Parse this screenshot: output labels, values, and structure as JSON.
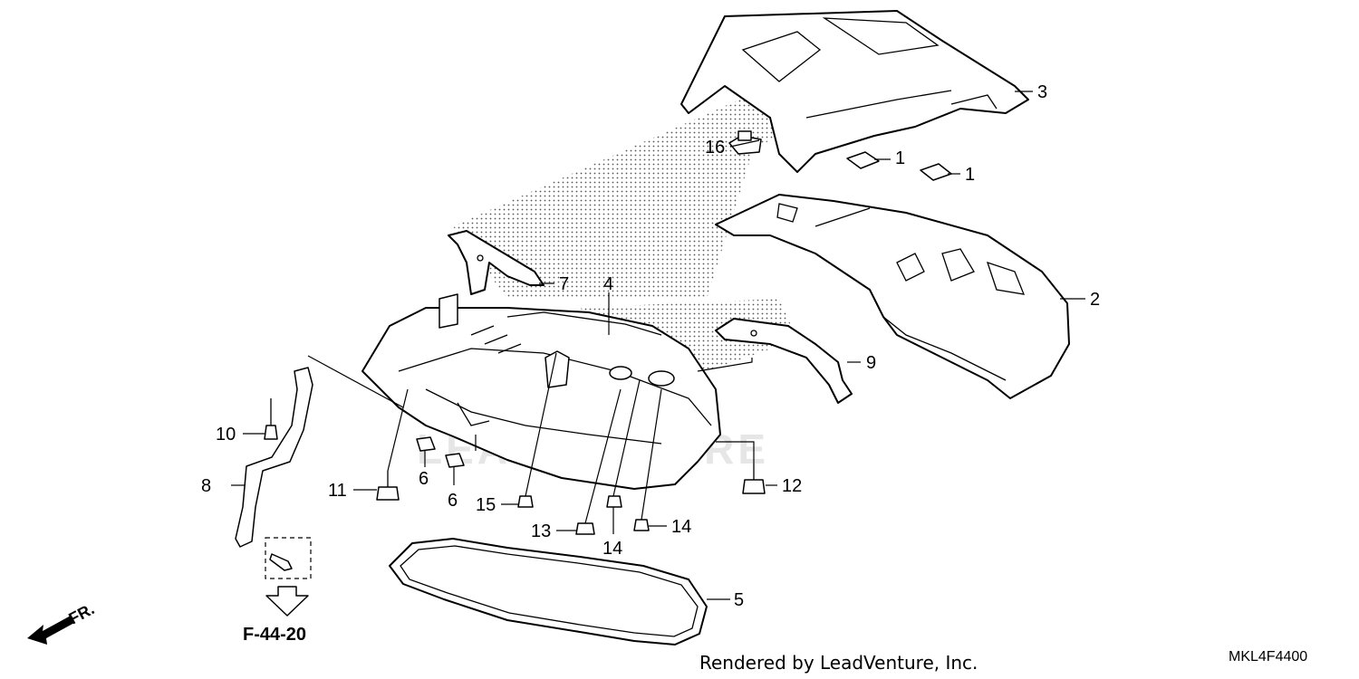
{
  "diagram": {
    "callouts": [
      {
        "id": "callout-1a",
        "text": "1"
      },
      {
        "id": "callout-1b",
        "text": "1"
      },
      {
        "id": "callout-2",
        "text": "2"
      },
      {
        "id": "callout-3",
        "text": "3"
      },
      {
        "id": "callout-4",
        "text": "4"
      },
      {
        "id": "callout-5",
        "text": "5"
      },
      {
        "id": "callout-6a",
        "text": "6"
      },
      {
        "id": "callout-6b",
        "text": "6"
      },
      {
        "id": "callout-7",
        "text": "7"
      },
      {
        "id": "callout-8",
        "text": "8"
      },
      {
        "id": "callout-9",
        "text": "9"
      },
      {
        "id": "callout-10",
        "text": "10"
      },
      {
        "id": "callout-11",
        "text": "11"
      },
      {
        "id": "callout-12",
        "text": "12"
      },
      {
        "id": "callout-13",
        "text": "13"
      },
      {
        "id": "callout-14a",
        "text": "14"
      },
      {
        "id": "callout-14b",
        "text": "14"
      },
      {
        "id": "callout-15",
        "text": "15"
      },
      {
        "id": "callout-16",
        "text": "16"
      }
    ],
    "reference": "F-44-20",
    "front_label": "FR.",
    "credit": "Rendered by LeadVenture, Inc.",
    "diagram_code": "MKL4F4400",
    "watermark": "LEADVENTURE"
  }
}
